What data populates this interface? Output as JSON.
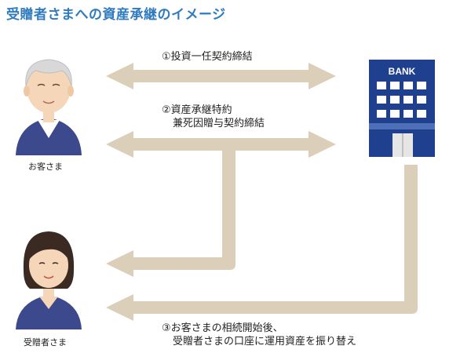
{
  "title": "受贈者さまへの資産承継のイメージ",
  "parties": {
    "customer": "お客さま",
    "recipient": "受贈者さま",
    "bank_sign": "BANK"
  },
  "steps": [
    {
      "lines": [
        "①投資一任契約締結"
      ]
    },
    {
      "lines": [
        "②資産承継特約",
        "兼死因贈与契約締結"
      ]
    },
    {
      "lines": [
        "③お客さまの相続開始後、",
        "受贈者さまの口座に運用資産を振り替え"
      ]
    }
  ],
  "colors": {
    "title": "#2f7bbf",
    "arrow": "#dccfb9",
    "bank": "#1f3f8f",
    "person_shirt": "#3c4a8d",
    "skin": "#f6d6b8"
  }
}
